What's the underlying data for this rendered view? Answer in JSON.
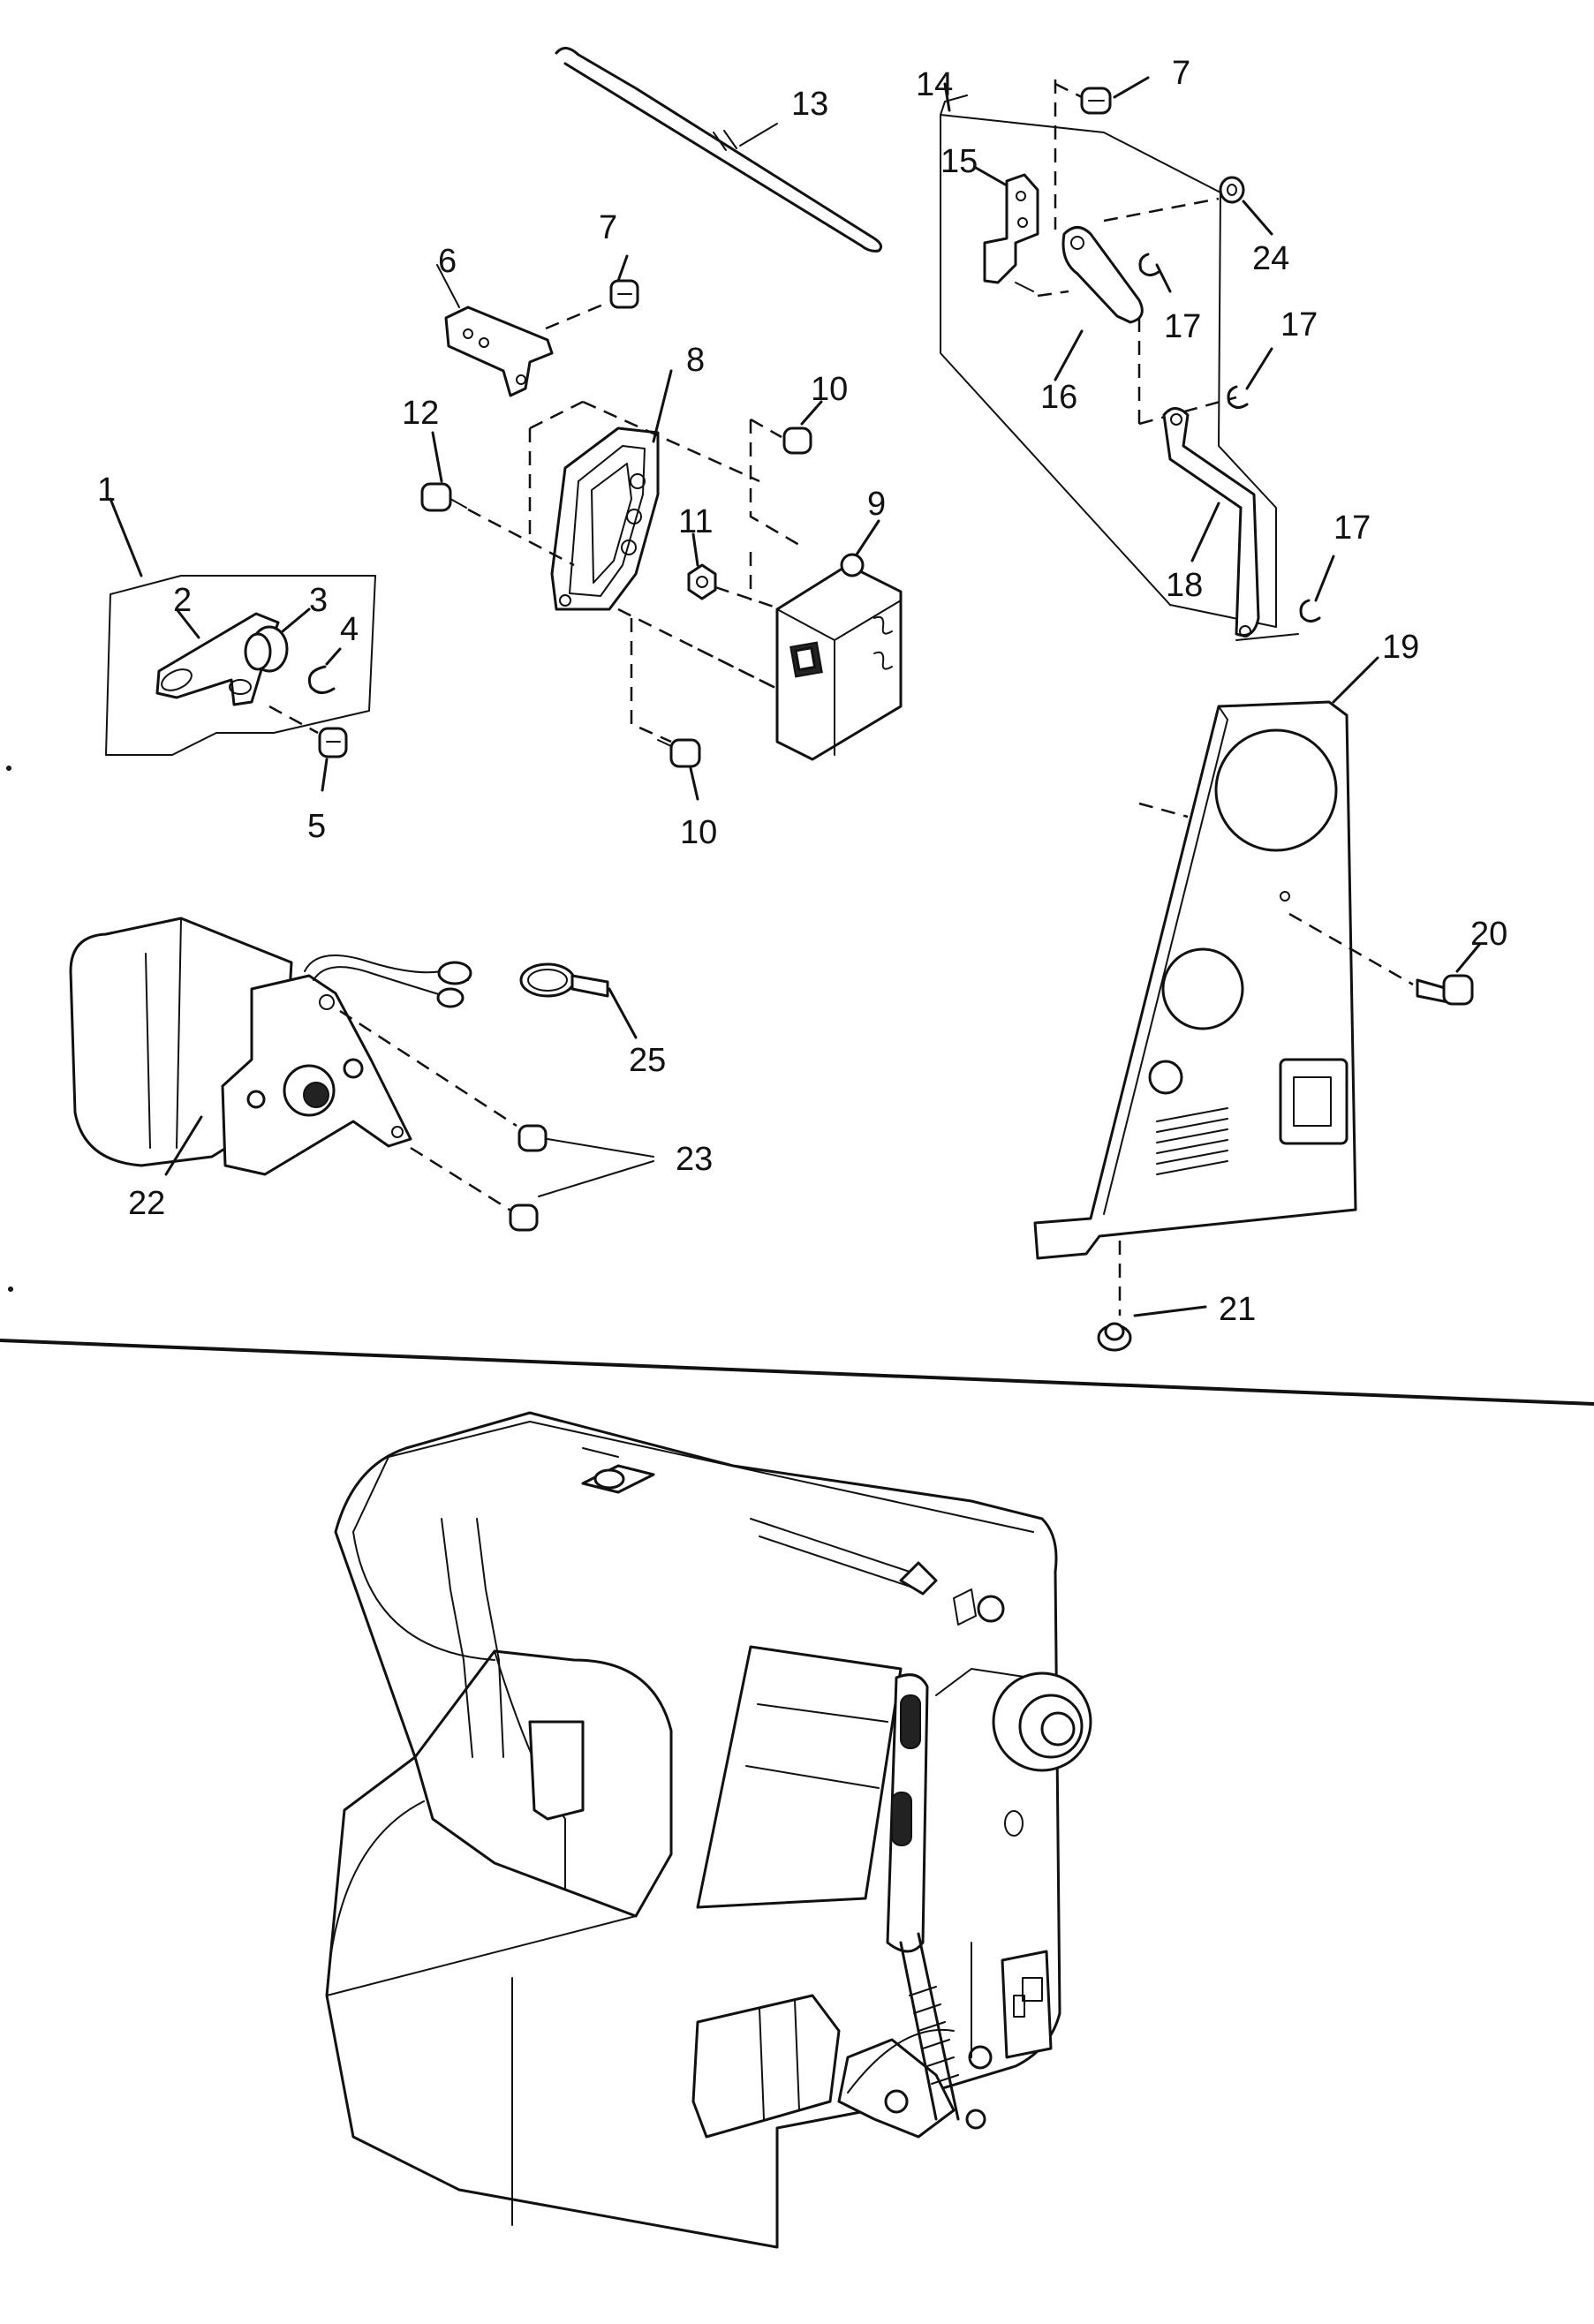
{
  "callouts": {
    "c1": "1",
    "c2": "2",
    "c3": "3",
    "c4": "4",
    "c5": "5",
    "c6": "6",
    "c7a": "7",
    "c7b": "7",
    "c8": "8",
    "c9": "9",
    "c10a": "10",
    "c10b": "10",
    "c11": "11",
    "c12": "12",
    "c13": "13",
    "c14": "14",
    "c15": "15",
    "c16": "16",
    "c17a": "17",
    "c17b": "17",
    "c17c": "17",
    "c18": "18",
    "c19": "19",
    "c20": "20",
    "c21": "21",
    "c22": "22",
    "c23": "23",
    "c24": "24",
    "c25": "25"
  },
  "colors": {
    "line": "#111111",
    "paper": "#ffffff"
  }
}
